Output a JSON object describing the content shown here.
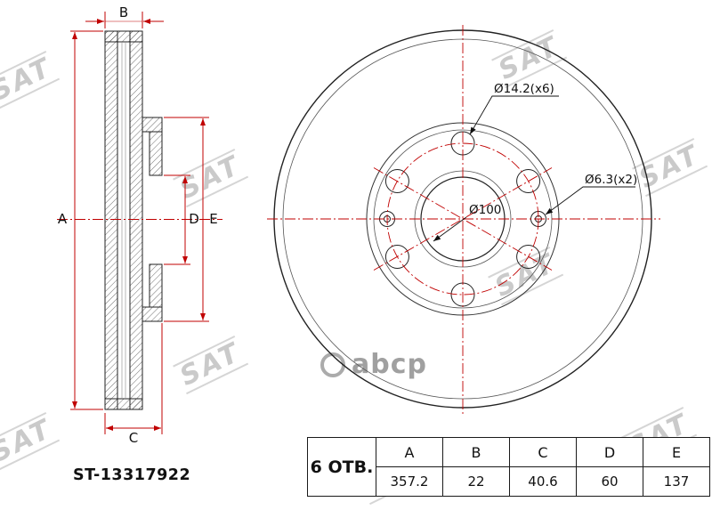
{
  "watermarks": {
    "brand": "SAT",
    "center": "abcp"
  },
  "views": {
    "dim_labels": {
      "A": "A",
      "B": "B",
      "C": "C",
      "D": "D",
      "E": "E"
    },
    "annotations": {
      "bolt_holes": "Ø14.2(x6)",
      "set_screw_holes": "Ø6.3(x2)",
      "bolt_circle": "Ø100"
    }
  },
  "footer": {
    "part_number": "ST-13317922"
  },
  "spec_table": {
    "holes_label": "6 ОТВ.",
    "headers": [
      "A",
      "B",
      "C",
      "D",
      "E"
    ],
    "values": [
      "357.2",
      "22",
      "40.6",
      "60",
      "137"
    ]
  },
  "colors": {
    "dimension_line": "#c00000",
    "drawing_line": "#2a2a2a",
    "watermark": "#9a9a9a"
  }
}
